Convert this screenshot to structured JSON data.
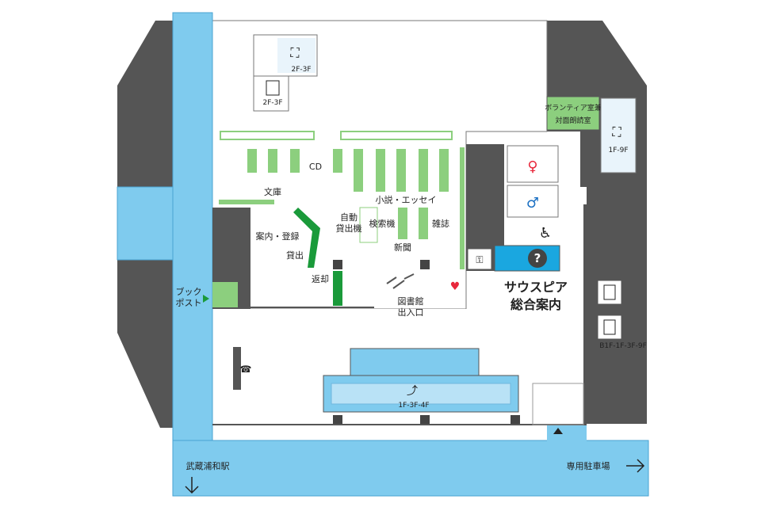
{
  "colors": {
    "wall": "#555555",
    "walkway": "#7fcbee",
    "walkway_dark": "#39a6dd",
    "shelf": "#8ccf7e",
    "counter": "#1a9a3a",
    "floor": "#ffffff",
    "info_counter": "#1aa7e0"
  },
  "labels": {
    "cd": "CD",
    "bunko": "文庫",
    "shosetsu": "小説・エッセイ",
    "jido_kashidashi_1": "自動",
    "jido_kashidashi_2": "貸出機",
    "kensakuki": "検索機",
    "zasshi": "雑誌",
    "shinbun": "新聞",
    "annai_toroku": "案内・登録",
    "kashidashi": "貸出",
    "henkyaku": "返却",
    "toshokan_1": "図書館",
    "toshokan_2": "出入口",
    "sauspia_1": "サウスピア",
    "sauspia_2": "総合案内",
    "volunteer_1": "ボランティア室兼",
    "volunteer_2": "対面朗読室",
    "bookpost_1": "ブック",
    "bookpost_2": "ポスト",
    "station": "武蔵浦和駅",
    "parking": "専用駐車場"
  },
  "floor_tags": {
    "stairs_top": "2F-3F",
    "elevator_top": "2F-3F",
    "stairs_right": "1F-9F",
    "elevator_right": "B1F-1F-3F-9F",
    "escalator": "1F-3F-4F"
  }
}
